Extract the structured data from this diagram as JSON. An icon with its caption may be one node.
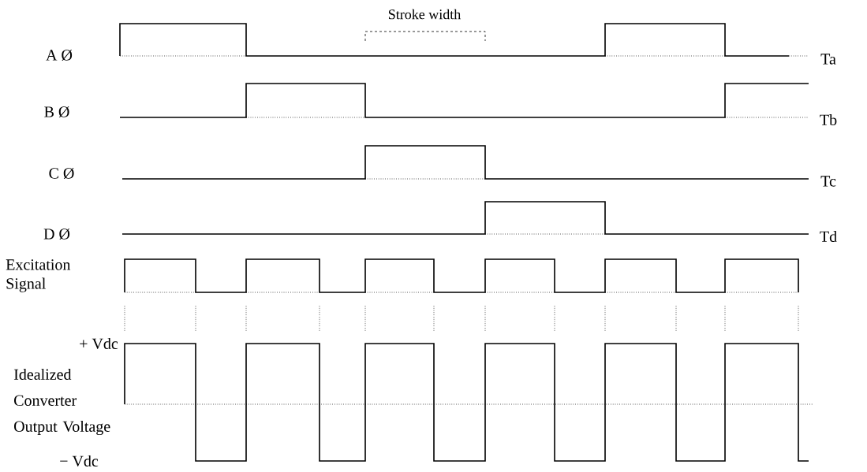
{
  "diagram": {
    "labels": [
      "Stroke width",
      "A Ø",
      "Ta",
      "B Ø",
      "Tb",
      "C Ø",
      "Tc",
      "D Ø",
      "Td",
      "Excitation Signal",
      "+ Vdc",
      "Idealized Converter Output Voltage",
      "− Vdc"
    ]
  }
}
